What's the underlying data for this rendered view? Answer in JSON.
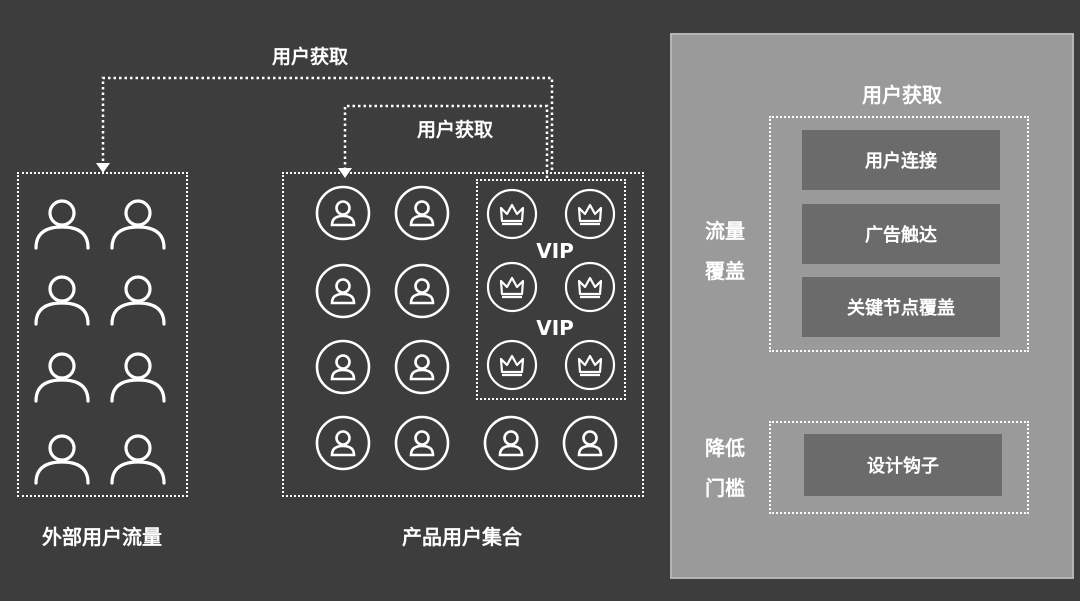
{
  "connectors": {
    "outer_label": "用户获取",
    "inner_label": "用户获取"
  },
  "external_group": {
    "caption": "外部用户流量",
    "user_count": 8,
    "icon": "user-outline-icon"
  },
  "product_group": {
    "caption": "产品用户集合",
    "user_icon": "user-circle-icon",
    "vip_icon": "crown-circle-icon",
    "vip_labels": [
      "VIP",
      "VIP"
    ]
  },
  "right_panel": {
    "title": "用户获取",
    "section1": {
      "label_line1": "流量",
      "label_line2": "覆盖",
      "items": [
        "用户连接",
        "广告触达",
        "关键节点覆盖"
      ]
    },
    "section2": {
      "label_line1": "降低",
      "label_line2": "门槛",
      "items": [
        "设计钩子"
      ]
    }
  },
  "colors": {
    "background": "#3d3d3d",
    "panel": "#9a9a9a",
    "item_box": "#6b6b6b",
    "line": "#ffffff"
  }
}
